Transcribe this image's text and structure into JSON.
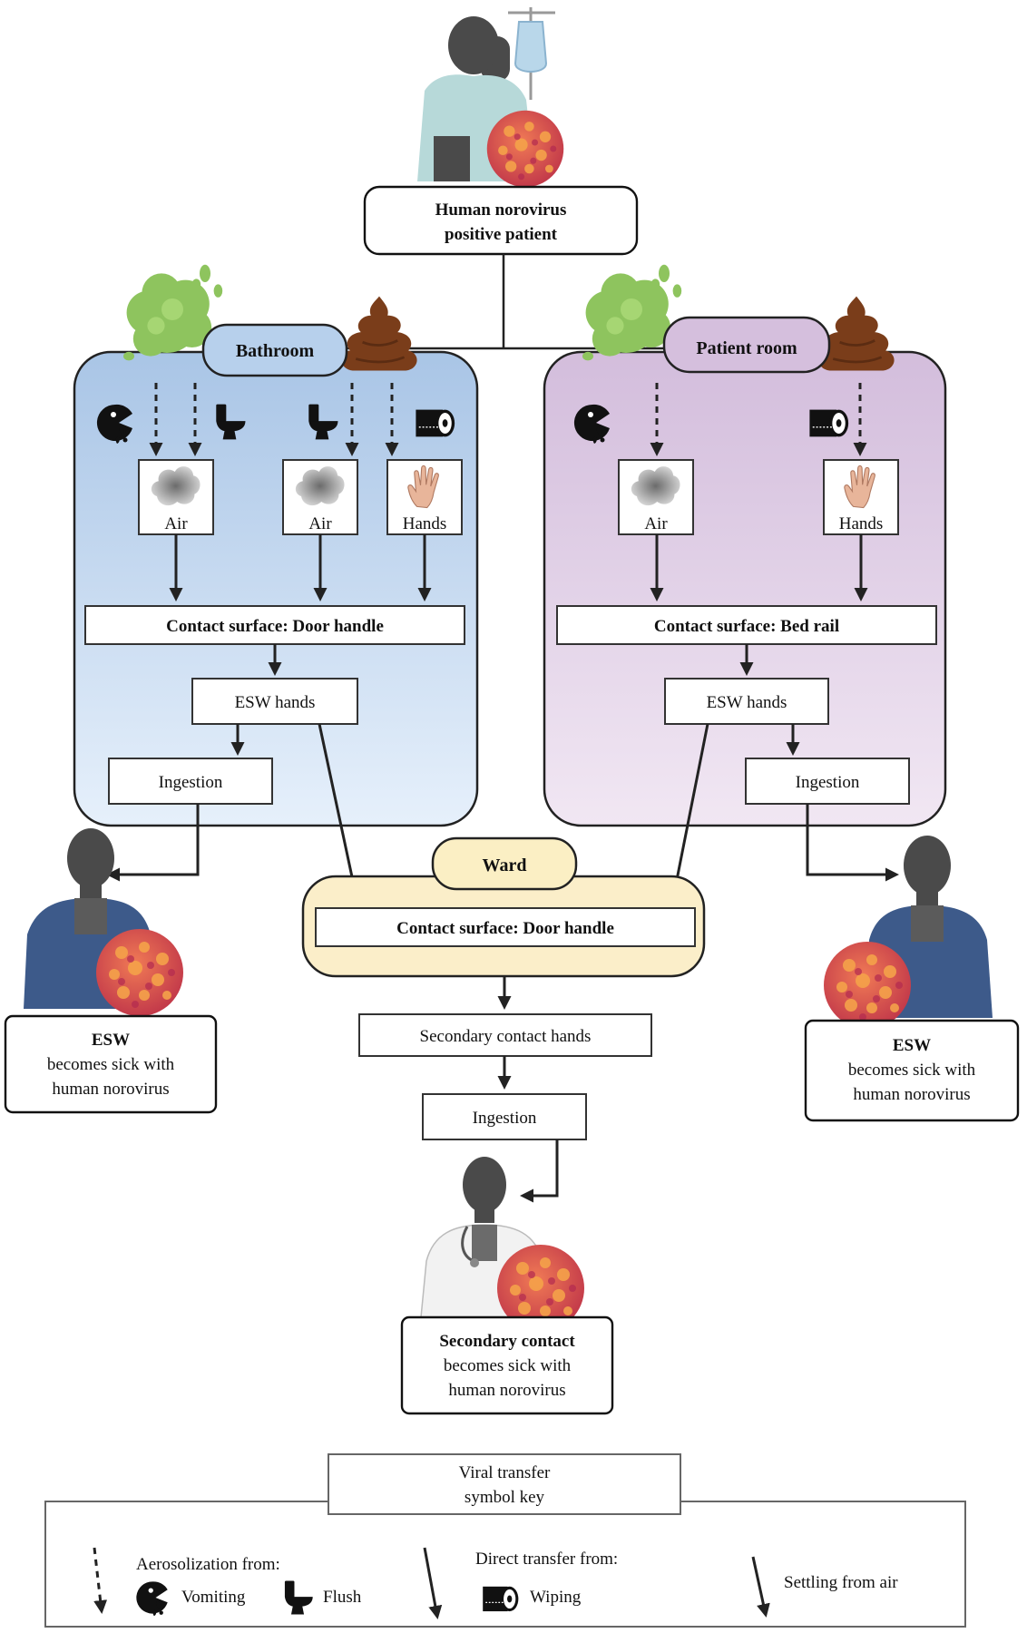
{
  "patient": {
    "line1": "Human norovirus",
    "line2": "positive patient"
  },
  "bathroom": {
    "label": "Bathroom",
    "contact_surface": "Contact surface: Door handle",
    "esw_hands": "ESW hands",
    "ingestion": "Ingestion",
    "nodes": [
      "Air",
      "Air",
      "Hands"
    ]
  },
  "patient_room": {
    "label": "Patient room",
    "contact_surface": "Contact surface: Bed rail",
    "esw_hands": "ESW hands",
    "ingestion": "Ingestion",
    "nodes": [
      "Air",
      "Hands"
    ]
  },
  "ward": {
    "label": "Ward",
    "contact_surface": "Contact surface: Door handle",
    "secondary_hands": "Secondary contact hands",
    "ingestion": "Ingestion"
  },
  "outcomes": {
    "esw_left": {
      "title": "ESW",
      "line2": "becomes sick with",
      "line3": "human norovirus"
    },
    "esw_right": {
      "title": "ESW",
      "line2": "becomes sick with",
      "line3": "human norovirus"
    },
    "secondary": {
      "title": "Secondary contact",
      "line2": "becomes sick with",
      "line3": "human norovirus"
    }
  },
  "key": {
    "title_line1": "Viral transfer",
    "title_line2": "symbol key",
    "aerosolization": "Aerosolization from:",
    "vomiting": "Vomiting",
    "flush": "Flush",
    "direct": "Direct transfer from:",
    "wiping": "Wiping",
    "settling": "Settling from air"
  },
  "colors": {
    "bathroom_top": "#a9c5e6",
    "bathroom_bottom": "#e6f0fb",
    "bathroom_label": "#b7d0ec",
    "room_top": "#d3bddc",
    "room_bottom": "#f1e7f3",
    "room_label": "#d5bfdd",
    "ward_fill": "#fbeec9",
    "ward_label": "#fbefc4",
    "vomit": "#8ec45e",
    "poop": "#7a3d1a",
    "virus": "#e25b4a"
  }
}
